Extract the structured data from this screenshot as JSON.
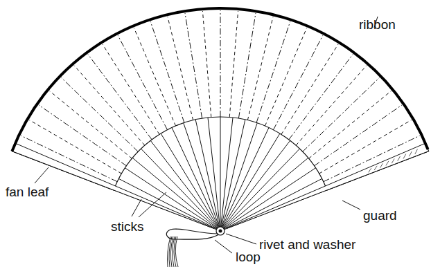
{
  "diagram": {
    "labels": [
      "ribbon",
      "fan leaf",
      "sticks",
      "guard",
      "rivet and washer",
      "loop"
    ]
  }
}
